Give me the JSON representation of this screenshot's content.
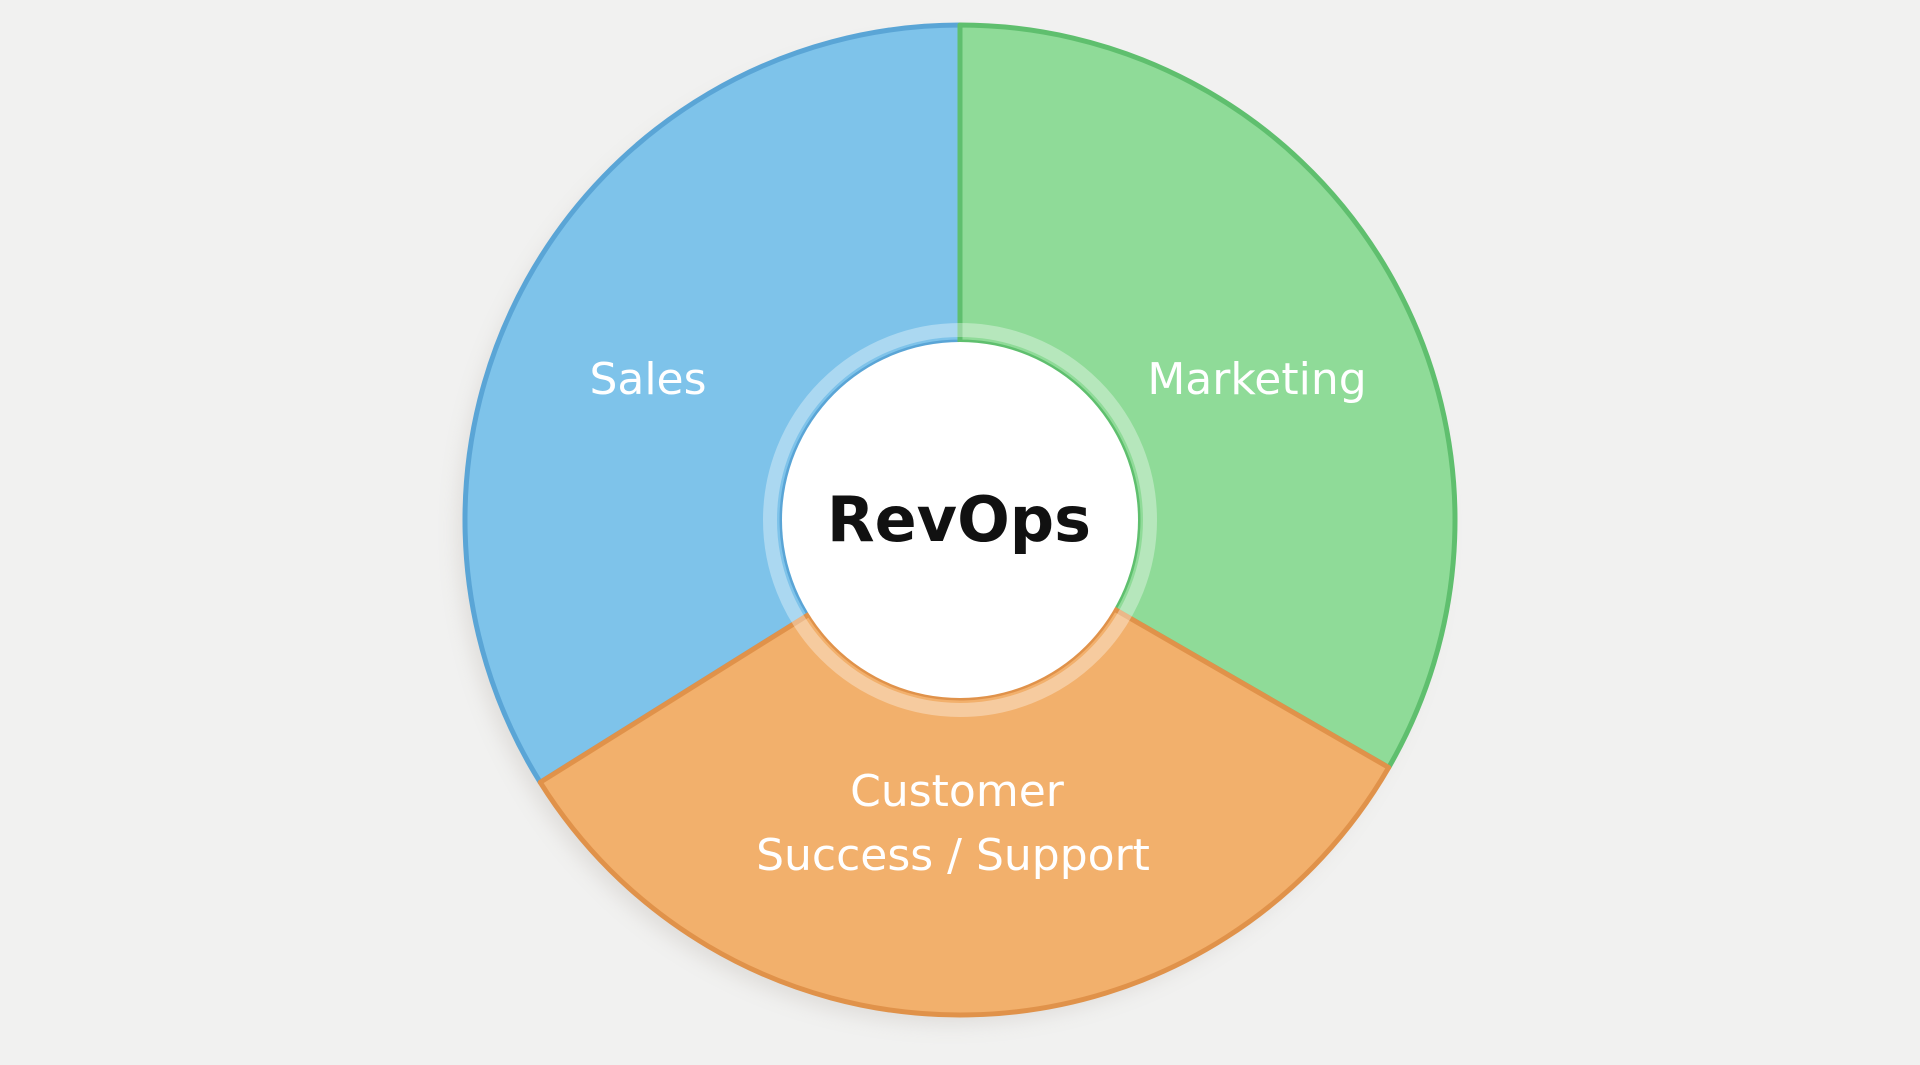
{
  "diagram": {
    "center": {
      "label": "RevOps",
      "fill": "#ffffff",
      "text_color": "#111111"
    },
    "segments": [
      {
        "id": "sales",
        "lines": [
          "Sales"
        ],
        "fill": "#7ec3ea",
        "edge": "#5aa5d6"
      },
      {
        "id": "marketing",
        "lines": [
          "Marketing"
        ],
        "fill": "#8fdb98",
        "edge": "#5fbf6e"
      },
      {
        "id": "customer-success-support",
        "lines": [
          "Customer",
          "Success / Support"
        ],
        "fill": "#f2b06c",
        "edge": "#e0924a"
      }
    ],
    "background": "#f1f1f0"
  }
}
